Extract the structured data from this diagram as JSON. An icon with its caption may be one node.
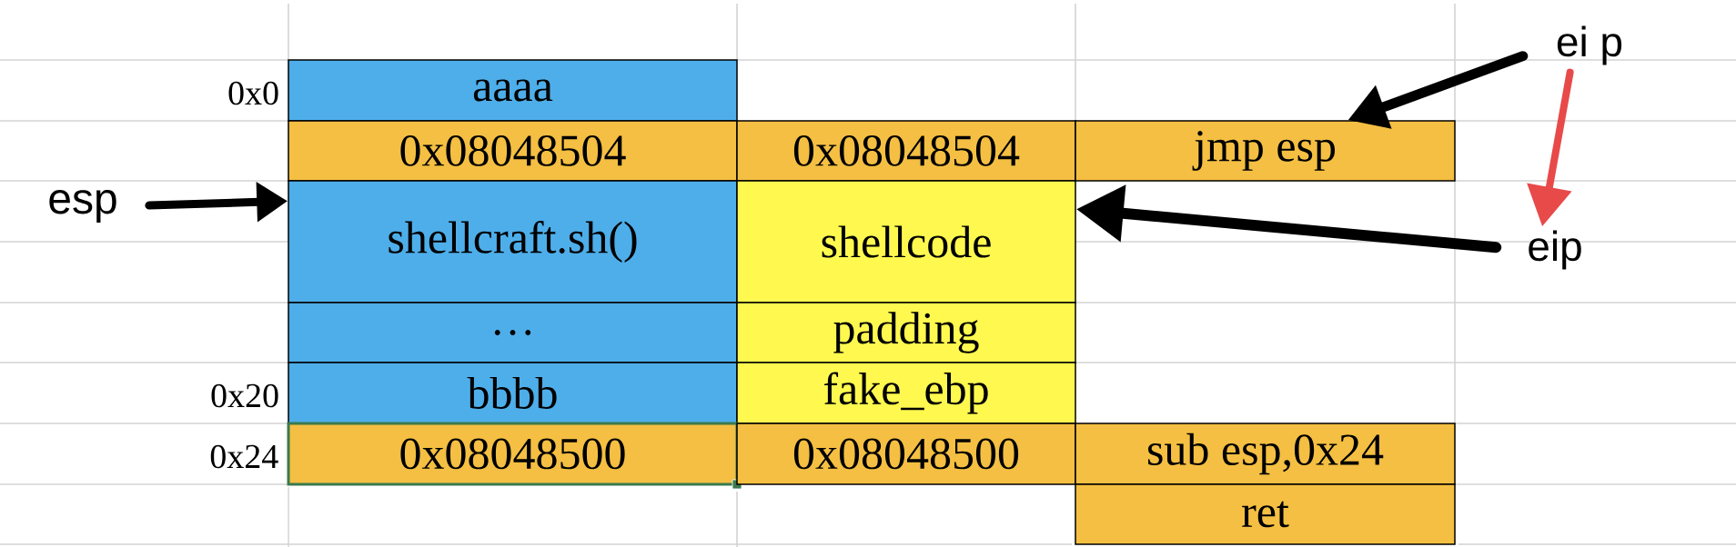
{
  "diagram": {
    "nodes": [
      {
        "text": [
          "ei p"
        ]
      },
      {
        "text": [
          "aaaa"
        ],
        "beside": [
          "0x0"
        ]
      },
      {
        "text": [
          "0x08048504"
        ]
      },
      {
        "text": [
          "0x08048504"
        ]
      },
      {
        "text": [
          "jmp esp"
        ]
      },
      {
        "text": [
          "esp"
        ]
      },
      {
        "text": [
          "shellcraft.sh()"
        ]
      },
      {
        "text": [
          "shellcode"
        ]
      },
      {
        "text": [
          "eip"
        ]
      },
      {
        "text": [
          "…"
        ]
      },
      {
        "text": [
          "padding"
        ]
      },
      {
        "text": [
          "bbbb"
        ],
        "beside": [
          "0x20"
        ]
      },
      {
        "text": [
          "fake_ebp"
        ]
      },
      {
        "text": [
          "0x08048500"
        ],
        "beside": [
          "0x24"
        ]
      },
      {
        "text": [
          "0x08048500"
        ]
      },
      {
        "text": [
          "sub esp,0x24"
        ]
      },
      {
        "text": [
          "ret"
        ]
      }
    ],
    "edges": [
      {
        "from": 0,
        "to": 4,
        "arrow": "to"
      },
      {
        "from": 0,
        "to": 8,
        "arrow": "to",
        "color": "#e84a4a"
      },
      {
        "from": 5,
        "to": 6,
        "arrow": "to"
      },
      {
        "from": 8,
        "to": 7,
        "arrow": "to"
      }
    ]
  }
}
